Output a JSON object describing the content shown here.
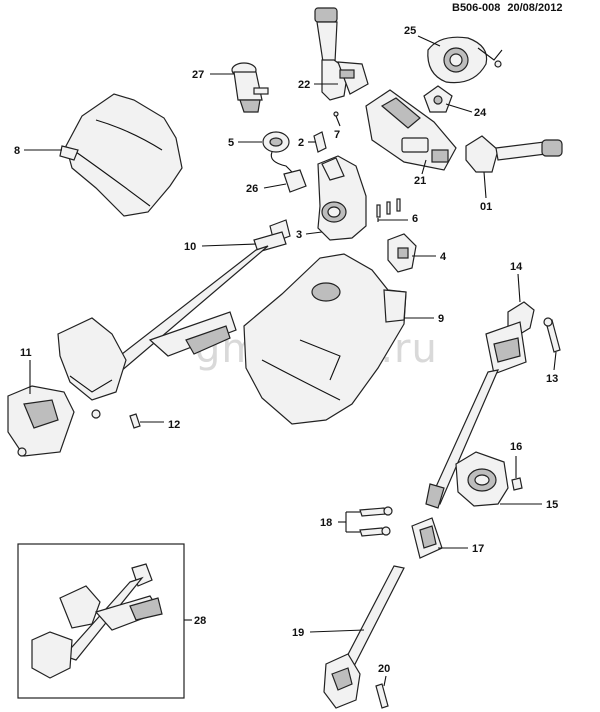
{
  "header": {
    "ref_code": "B506-008",
    "date": "20/08/2012"
  },
  "watermark": "gmokrad.ru",
  "callouts": {
    "c27": "27",
    "c22": "22",
    "c25": "25",
    "c8": "8",
    "c7": "7",
    "c24": "24",
    "c5": "5",
    "c2": "2",
    "c26": "26",
    "c21": "21",
    "c01": "01",
    "c6": "6",
    "c3": "3",
    "c10": "10",
    "c4": "4",
    "c14": "14",
    "c9": "9",
    "c11": "11",
    "c13": "13",
    "c12": "12",
    "c16": "16",
    "c15": "15",
    "c18": "18",
    "c17": "17",
    "c28": "28",
    "c19": "19",
    "c20": "20"
  }
}
